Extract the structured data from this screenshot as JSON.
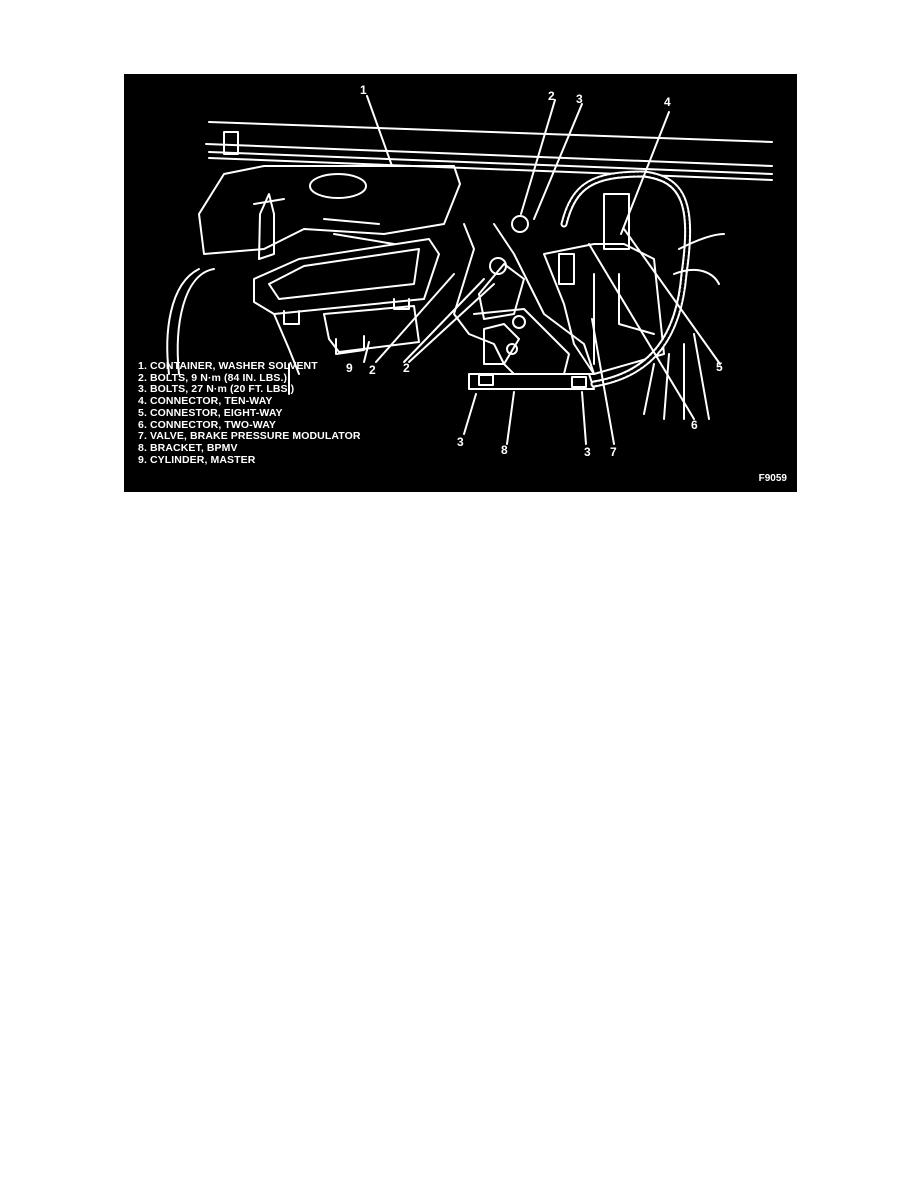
{
  "figure": {
    "id_label": "F9059",
    "callouts": [
      "1",
      "2",
      "3",
      "4",
      "9",
      "2",
      "2",
      "5",
      "6",
      "3",
      "8",
      "3",
      "7"
    ],
    "legend": [
      "1. CONTAINER, WASHER SOLVENT",
      "2. BOLTS, 9 N·m (84 IN. LBS.)",
      "3. BOLTS, 27 N·m (20 FT. LBS.)",
      "4. CONNECTOR, TEN-WAY",
      "5. CONNESTOR, EIGHT-WAY",
      "6. CONNECTOR, TWO-WAY",
      "7. VALVE, BRAKE PRESSURE MODULATOR",
      "8. BRACKET, BPMV",
      "9. CYLINDER, MASTER"
    ],
    "colors": {
      "background": "#000000",
      "linework": "#ffffff",
      "page": "#ffffff"
    }
  }
}
